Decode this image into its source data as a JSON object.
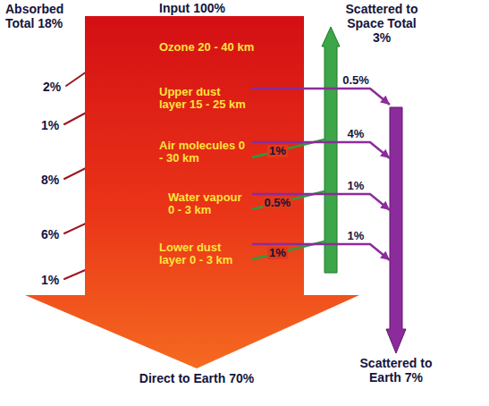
{
  "diagram": {
    "nodes": [
      {
        "text": [
          "Input 100%",
          "Direct to Earth 70%"
        ]
      },
      {
        "text": [
          "Ozone 20 - 40 km"
        ],
        "in": 0
      },
      {
        "text": [
          "Upper dust layer 15 - 25 km"
        ],
        "in": 0
      },
      {
        "text": [
          "Air molecules 0 - 30 km"
        ],
        "in": 0
      },
      {
        "text": [
          "Water vapour 0 - 3 km"
        ],
        "in": 0
      },
      {
        "text": [
          "Lower dust layer 0 - 3 km"
        ],
        "in": 0
      },
      {
        "text": [
          "Scattered to Space Total 3%"
        ]
      },
      {
        "text": [
          "Scattered to Earth 7%"
        ]
      }
    ],
    "edges": [
      {
        "from": 2,
        "to": 7,
        "label": "0.5%",
        "arrow": "to"
      },
      {
        "from": 3,
        "to": 6,
        "label": "1%",
        "arrow": "none"
      },
      {
        "from": 3,
        "to": 7,
        "label": "4%",
        "arrow": "to"
      },
      {
        "from": 4,
        "to": 6,
        "label": "0.5%",
        "arrow": "none"
      },
      {
        "from": 4,
        "to": 7,
        "label": "1%",
        "arrow": "to"
      },
      {
        "from": 5,
        "to": 6,
        "label": "1%",
        "arrow": "none"
      },
      {
        "from": 5,
        "to": 7,
        "label": "1%",
        "arrow": "to"
      }
    ],
    "labels": [
      "Absorbed Total 18%",
      "2%",
      "1%",
      "8%",
      "6%",
      "1%"
    ]
  }
}
